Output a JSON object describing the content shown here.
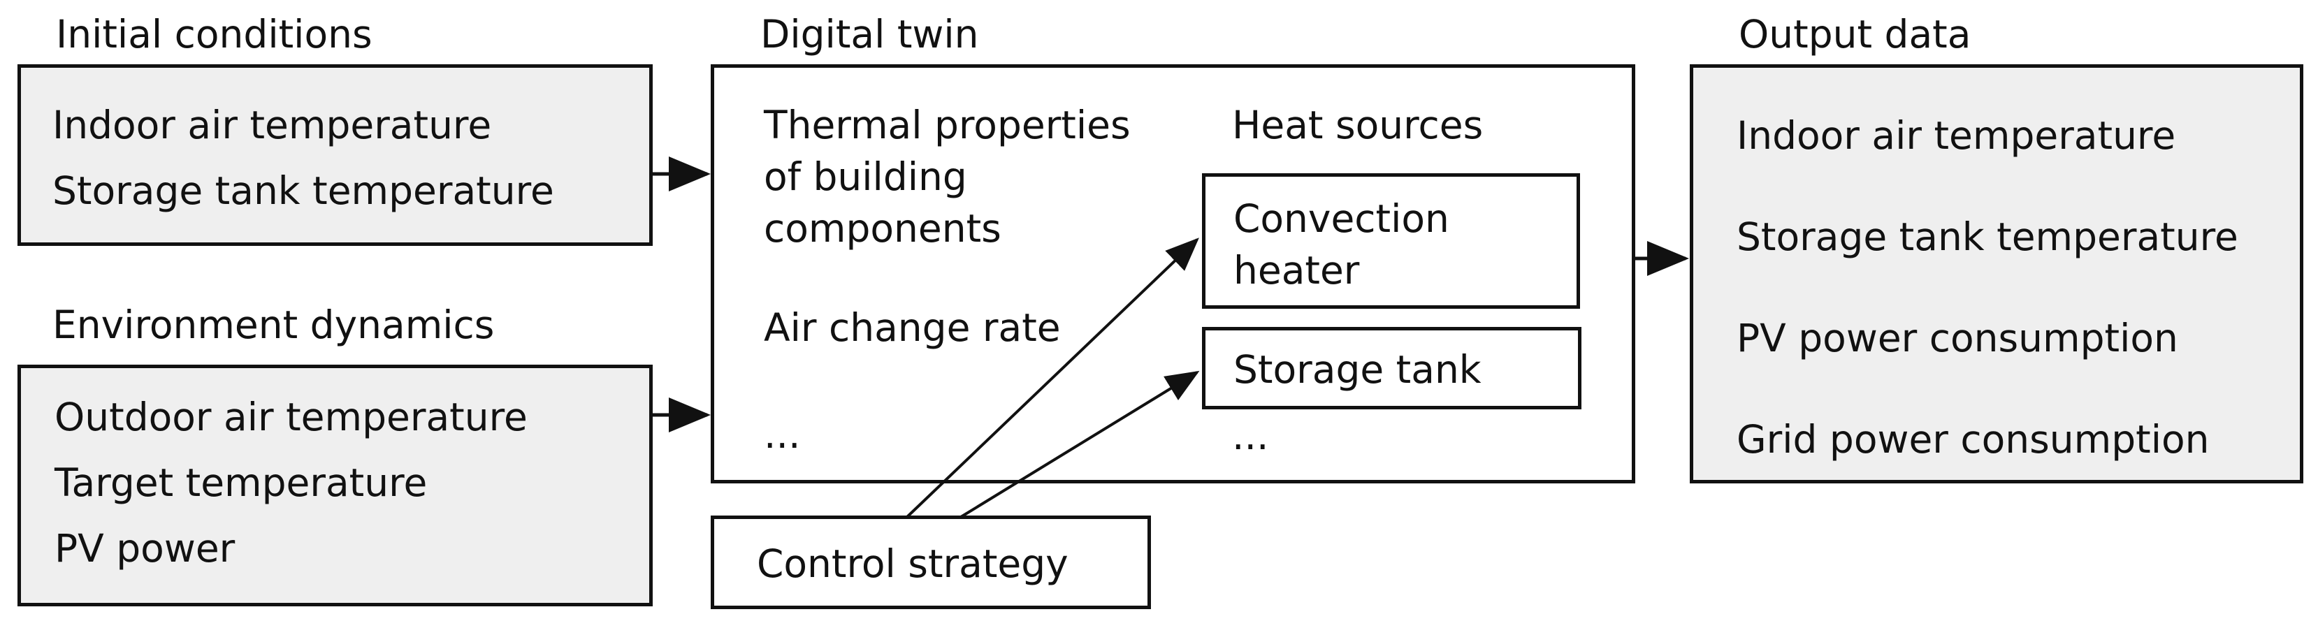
{
  "initial_conditions": {
    "title": "Initial conditions",
    "items": [
      "Indoor air temperature",
      "Storage tank temperature"
    ]
  },
  "environment_dynamics": {
    "title": "Environment dynamics",
    "items": [
      "Outdoor air temperature",
      "Target temperature",
      "PV power"
    ]
  },
  "digital_twin": {
    "title": "Digital twin",
    "thermal_properties": [
      "Thermal properties",
      "of building",
      "components"
    ],
    "air_change_rate": "Air change rate",
    "more_left": "...",
    "heat_sources": {
      "title": "Heat sources",
      "convection_heater": [
        "Convection",
        "heater"
      ],
      "storage_tank": "Storage tank",
      "more": "..."
    }
  },
  "control_strategy": "Control strategy",
  "output_data": {
    "title": "Output data",
    "items": [
      "Indoor air temperature",
      "Storage tank temperature",
      "PV power consumption",
      "Grid power consumption"
    ]
  },
  "colors": {
    "box_fill": "#efefef",
    "stroke": "#111111",
    "background": "#ffffff"
  }
}
